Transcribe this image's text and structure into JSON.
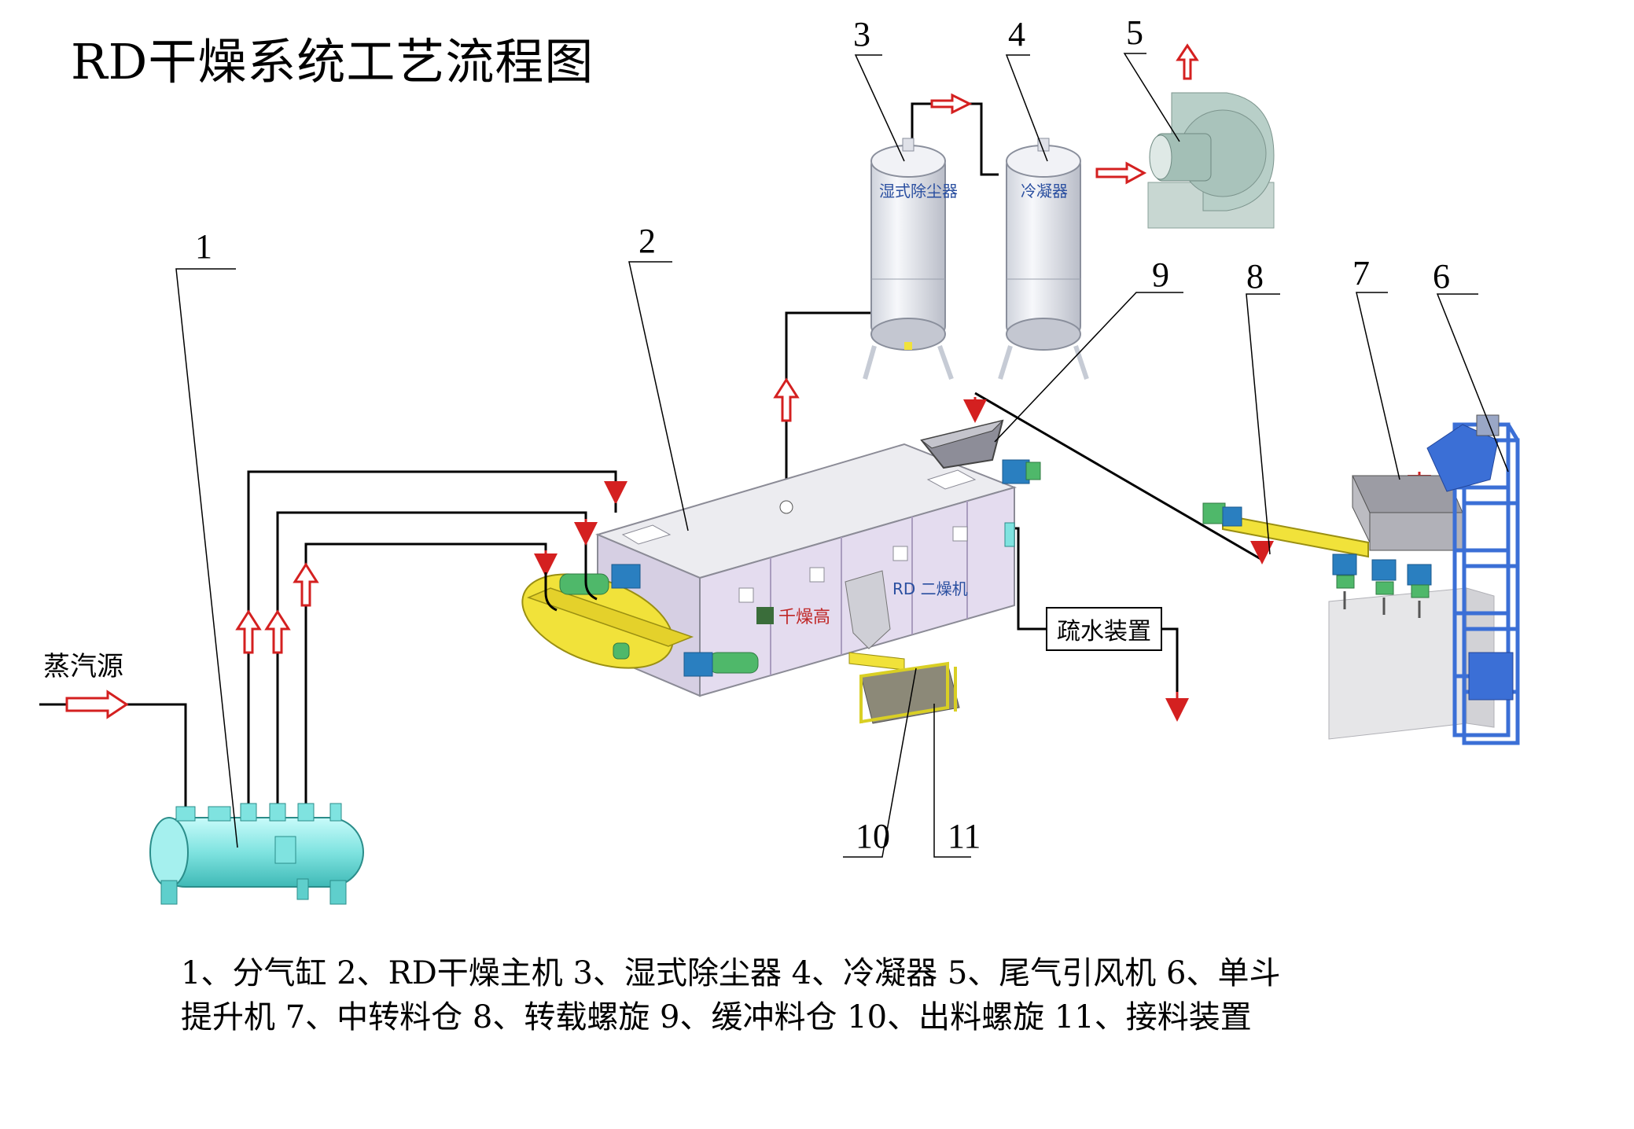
{
  "title": "RD干燥系统工艺流程图",
  "callouts": [
    "1",
    "2",
    "3",
    "4",
    "5",
    "6",
    "7",
    "8",
    "9",
    "10",
    "11"
  ],
  "labels": {
    "steam_source": "蒸汽源",
    "drain_device": "疏水装置",
    "scrubber_text": "湿式除尘器",
    "condenser_text": "冷凝器",
    "machine_brand": "千燥高",
    "machine_model": "RD 二燥机"
  },
  "legend": {
    "line1": "1、分气缸 2、RD干燥主机   3、湿式除尘器   4、冷凝器   5、尾气引风机   6、单斗",
    "line2": "提升机   7、中转料仓   8、转载螺旋   9、缓冲料仓   10、出料螺旋   11、接料装置"
  },
  "colors": {
    "arrow": "#d42020",
    "vessel": "#7fe3e0",
    "yellow": "#f1e23a",
    "machine_body": "#e6e0f0",
    "tower": "#3b6fd6",
    "line": "#000000"
  }
}
